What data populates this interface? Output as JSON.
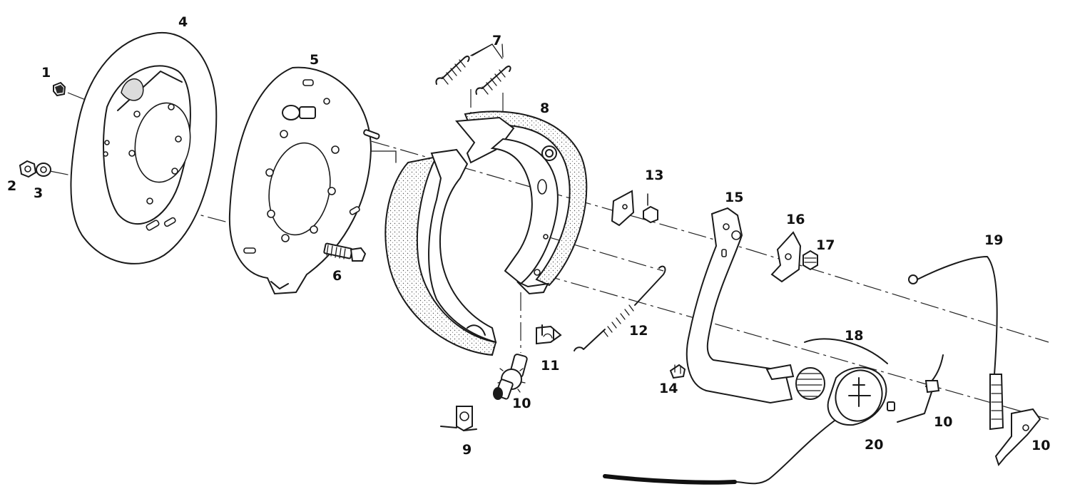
{
  "diagram": {
    "callouts": [
      {
        "id": "c1",
        "text": "1"
      },
      {
        "id": "c2",
        "text": "2"
      },
      {
        "id": "c3",
        "text": "3"
      },
      {
        "id": "c4",
        "text": "4"
      },
      {
        "id": "c5",
        "text": "5"
      },
      {
        "id": "c6",
        "text": "6"
      },
      {
        "id": "c7",
        "text": "7"
      },
      {
        "id": "c8",
        "text": "8"
      },
      {
        "id": "c9",
        "text": "9"
      },
      {
        "id": "c10a",
        "text": "10"
      },
      {
        "id": "c10b",
        "text": "10"
      },
      {
        "id": "c10c",
        "text": "10"
      },
      {
        "id": "c11",
        "text": "11"
      },
      {
        "id": "c12",
        "text": "12"
      },
      {
        "id": "c13",
        "text": "13"
      },
      {
        "id": "c14",
        "text": "14"
      },
      {
        "id": "c15",
        "text": "15"
      },
      {
        "id": "c16",
        "text": "16"
      },
      {
        "id": "c17",
        "text": "17"
      },
      {
        "id": "c18",
        "text": "18"
      },
      {
        "id": "c19",
        "text": "19"
      },
      {
        "id": "c20",
        "text": "20"
      }
    ]
  }
}
